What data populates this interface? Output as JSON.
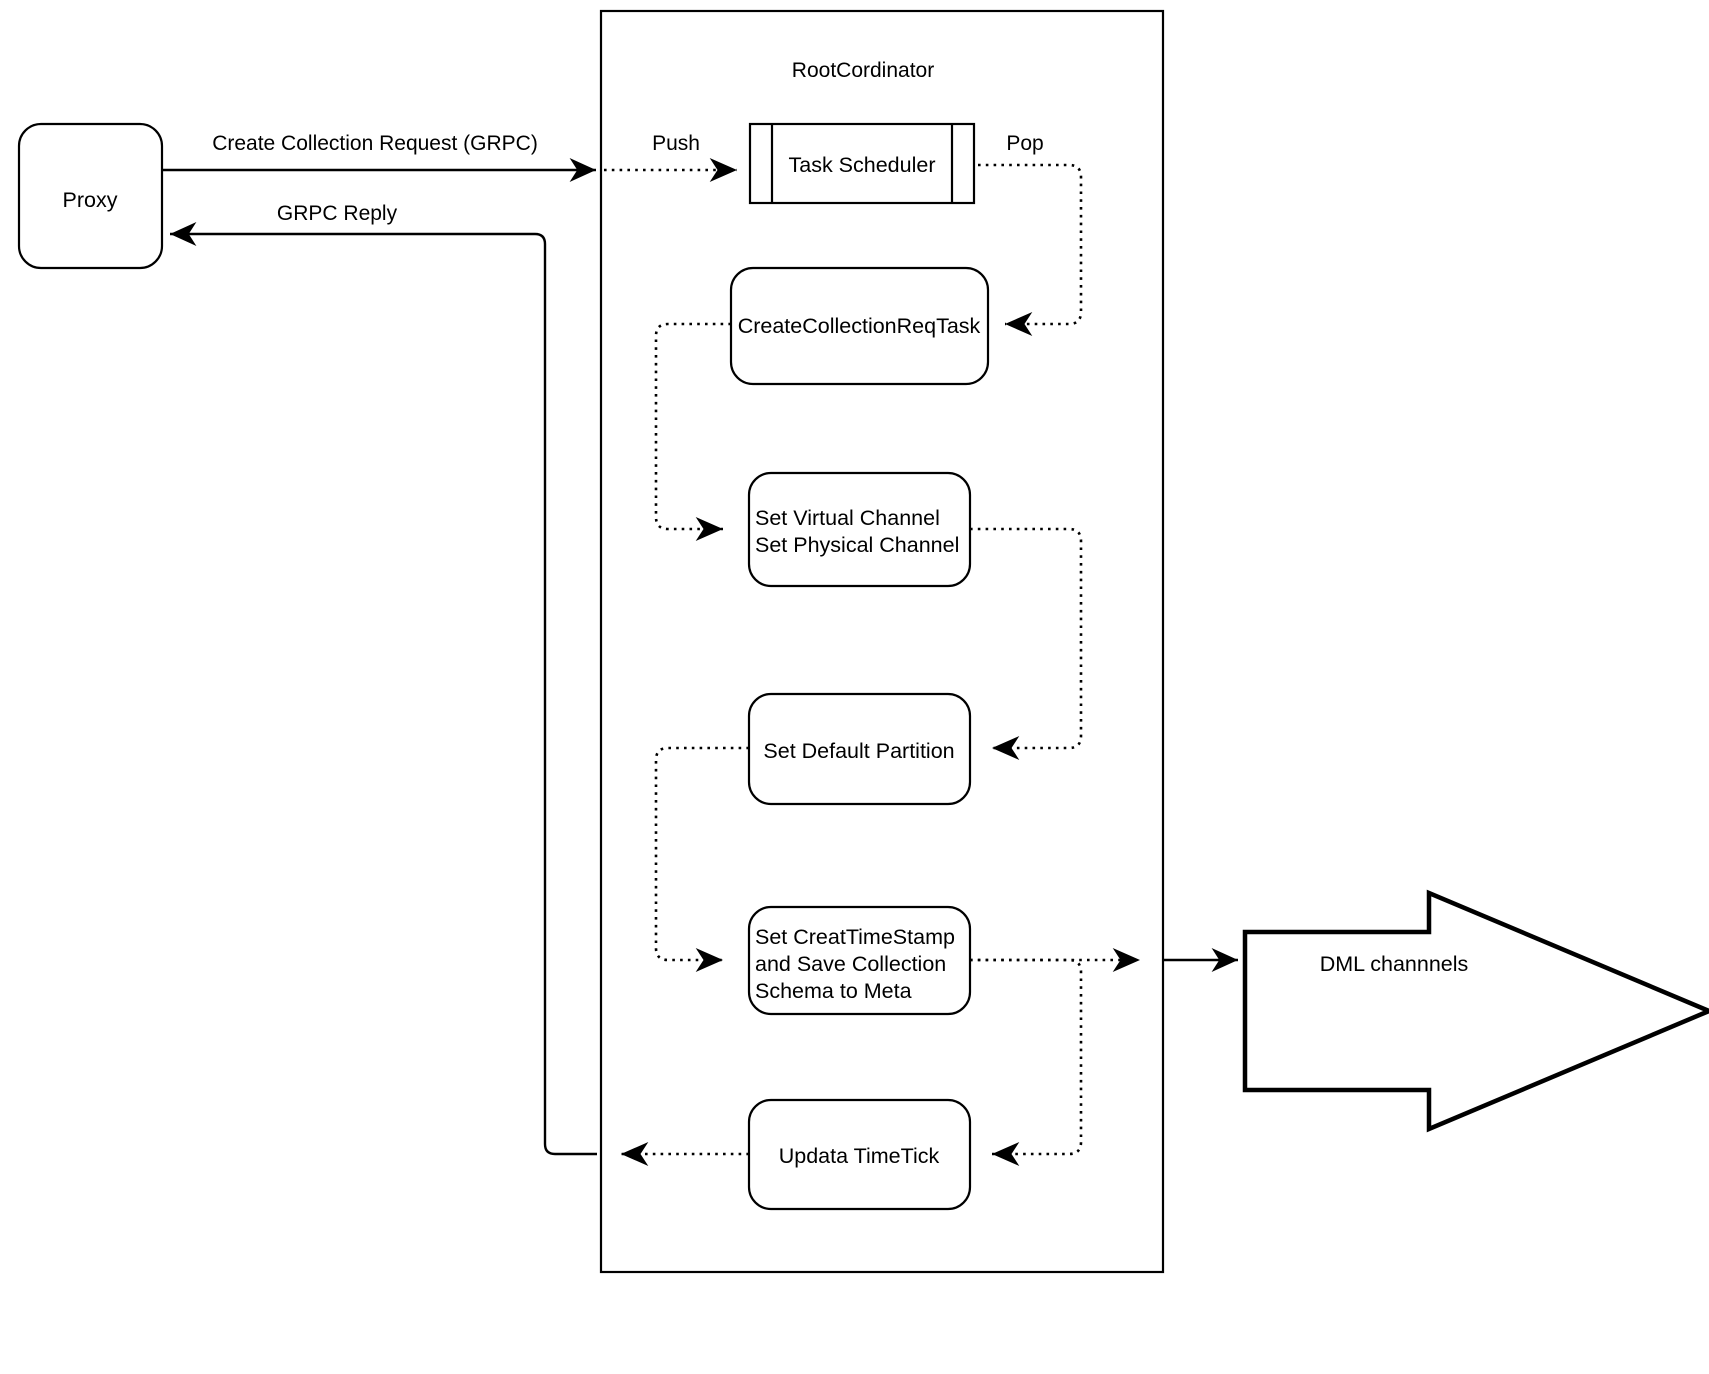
{
  "diagram": {
    "title_label": "RootCordinator",
    "nodes": {
      "proxy": {
        "label": "Proxy",
        "shape": "rounded-rect"
      },
      "task_scheduler": {
        "label": "Task Scheduler",
        "shape": "queue-rect"
      },
      "create_collection_req_task": {
        "label": "CreateCollectionReqTask",
        "shape": "rounded-rect"
      },
      "set_channel": {
        "label_line1": "Set Virtual Channel",
        "label_line2": "Set Physical Channel",
        "shape": "rounded-rect"
      },
      "set_default_partition": {
        "label": "Set Default Partition",
        "shape": "rounded-rect"
      },
      "set_timestamp": {
        "label_line1": "Set CreatTimeStamp",
        "label_line2": "and Save Collection",
        "label_line3": "Schema to Meta",
        "shape": "rounded-rect"
      },
      "update_timetick": {
        "label": "Updata TimeTick",
        "shape": "rounded-rect"
      },
      "dml_channels": {
        "label": "DML channnels",
        "shape": "block-arrow-right"
      }
    },
    "edges": {
      "create_collection_request": {
        "label": "Create Collection Request (GRPC)",
        "style": "solid-then-dotted"
      },
      "grpc_reply": {
        "label": "GRPC Reply",
        "style": "solid"
      },
      "push": {
        "label": "Push",
        "style": "dotted"
      },
      "pop": {
        "label": "Pop",
        "style": "dotted"
      },
      "task_to_channel": {
        "label": "",
        "style": "dotted"
      },
      "channel_to_partition": {
        "label": "",
        "style": "dotted"
      },
      "partition_to_timestamp": {
        "label": "",
        "style": "dotted"
      },
      "timestamp_to_dml": {
        "label": "",
        "style": "dotted-then-solid"
      },
      "timestamp_to_timetick": {
        "label": "",
        "style": "dotted"
      },
      "timetick_to_proxy": {
        "label": "",
        "style": "dotted"
      }
    },
    "container": {
      "name": "root-cordinator-boundary"
    },
    "colors": {
      "stroke": "#000000",
      "fill": "#ffffff",
      "text": "#000000"
    }
  }
}
